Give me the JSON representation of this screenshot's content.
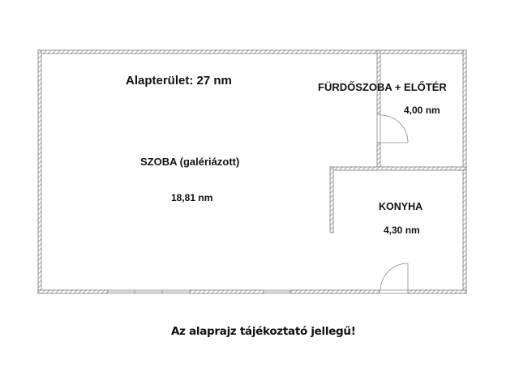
{
  "plan": {
    "title": "Alapterület: 27 nm",
    "rooms": [
      {
        "name": "SZOBA (galériázott)",
        "area": "18,81 nm"
      },
      {
        "name": "FÜRDŐSZOBA + ELŐTÉR",
        "area": "4,00 nm"
      },
      {
        "name": "KONYHA",
        "area": "4,30 nm"
      }
    ],
    "footnote": "Az alaprajz tájékoztató jellegű!"
  },
  "colors": {
    "wall_outline": "#7a7a7a",
    "wall_hatch": "#9a9a9a",
    "door_line": "#8a8a8a",
    "text": "#111111",
    "background": "#ffffff"
  },
  "elements": {
    "walls": [
      "outer-wall-top",
      "outer-wall-left",
      "outer-wall-right",
      "outer-wall-bottom",
      "bathroom-partition",
      "kitchen-partition"
    ],
    "doors": [
      "bathroom-door",
      "entrance-door"
    ],
    "windows": [
      "window-triple",
      "window-single"
    ]
  }
}
